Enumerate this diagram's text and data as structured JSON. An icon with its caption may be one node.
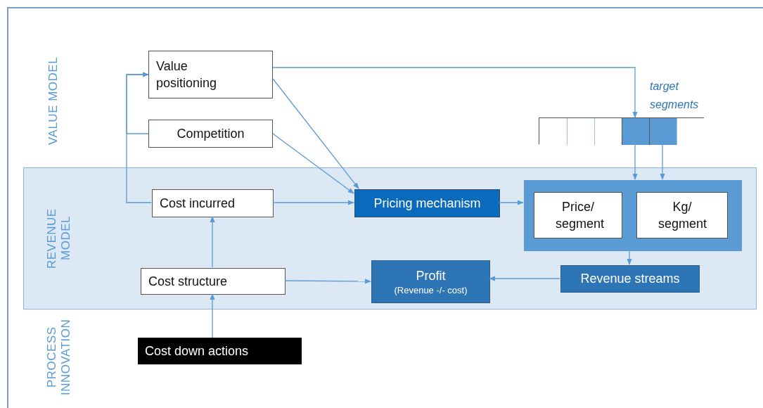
{
  "diagram": {
    "nodes": [
      {
        "text": [
          "REVENUE MODEL"
        ]
      },
      {
        "text": [
          "Value positioning"
        ]
      },
      {
        "text": [
          "Competition"
        ]
      },
      {
        "text": [
          "Cost incurred"
        ],
        "in": 0
      },
      {
        "text": [
          "Pricing mechanism"
        ],
        "in": 0
      },
      {
        "text": [],
        "shape": "box",
        "in": 0
      },
      {
        "text": [
          "Price/ segment"
        ],
        "in": 5
      },
      {
        "text": [
          "Kg/ segment"
        ],
        "in": 5
      },
      {
        "text": [
          "Cost structure"
        ],
        "in": 0
      },
      {
        "text": [
          "Profit",
          "(Revenue -/- cost)"
        ],
        "in": 0
      },
      {
        "text": [
          "Revenue streams"
        ],
        "in": 0
      },
      {
        "text": [
          "Cost down actions"
        ]
      },
      {
        "text": [],
        "shape": "bar",
        "beside": [
          "target segments"
        ]
      },
      {
        "text": [],
        "shape": "box",
        "in": 12
      },
      {
        "text": [],
        "shape": "box",
        "in": 12
      },
      {
        "text": [],
        "shape": "box",
        "in": 12
      },
      {
        "text": [],
        "shape": "box",
        "in": 12
      },
      {
        "text": [],
        "shape": "box",
        "in": 12
      },
      {
        "text": [],
        "shape": "box",
        "in": 12
      }
    ],
    "edges": [
      {
        "from": 2,
        "to": 1,
        "arrow": "to"
      },
      {
        "from": 3,
        "to": 1,
        "arrow": "to"
      },
      {
        "from": 1,
        "to": 4,
        "arrow": "to"
      },
      {
        "from": 2,
        "to": 4,
        "arrow": "to"
      },
      {
        "from": 3,
        "to": 4,
        "arrow": "to"
      },
      {
        "from": 4,
        "to": 5,
        "arrow": "to"
      },
      {
        "from": 1,
        "to": 16,
        "arrow": "to"
      },
      {
        "from": 16,
        "to": 5,
        "arrow": "to"
      },
      {
        "from": 17,
        "to": 5,
        "arrow": "to"
      },
      {
        "from": 5,
        "to": 10,
        "arrow": "to"
      },
      {
        "from": 10,
        "to": 9,
        "arrow": "to"
      },
      {
        "from": 8,
        "to": 9,
        "arrow": "to"
      },
      {
        "from": 8,
        "to": 3,
        "arrow": "to"
      },
      {
        "from": 11,
        "to": 8,
        "arrow": "to"
      }
    ],
    "labels": [
      "VALUE MODEL",
      "PROCESS INNOVATION"
    ]
  }
}
